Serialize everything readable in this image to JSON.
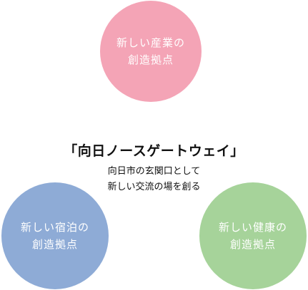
{
  "colors": {
    "top_circle": "#f4a4b6",
    "left_circle": "#8eabd6",
    "right_circle": "#a6d39a",
    "title_text": "#111111",
    "circle_text": "#ffffff"
  },
  "center": {
    "title": "「向日ノースゲートウェイ」",
    "subtitle_line1": "向日市の玄関口として",
    "subtitle_line2": "新しい交流の場を創る"
  },
  "circles": {
    "top": {
      "line1": "新しい産業の",
      "line2": "創造拠点"
    },
    "left": {
      "line1": "新しい宿泊の",
      "line2": "創造拠点"
    },
    "right": {
      "line1": "新しい健康の",
      "line2": "創造拠点"
    }
  }
}
